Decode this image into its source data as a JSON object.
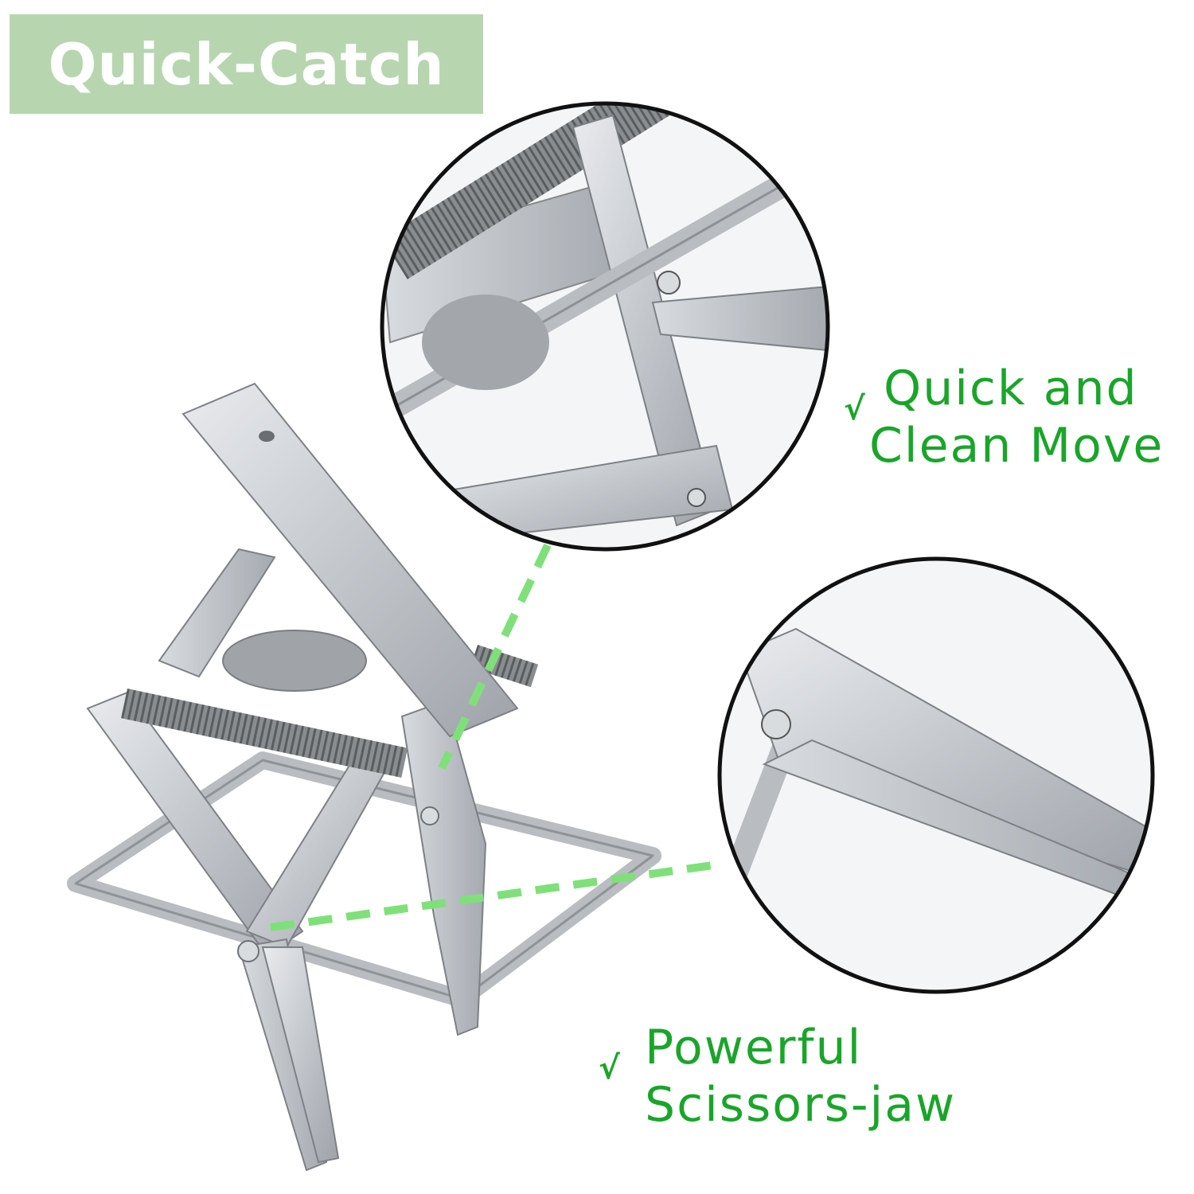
{
  "banner": {
    "title": "Quick-Catch",
    "background": "#b7d6b0"
  },
  "features": [
    {
      "check": "√",
      "lines": [
        "Quick and",
        "Clean Move"
      ]
    },
    {
      "check": "√",
      "lines": [
        "Powerful",
        "Scissors-jaw"
      ]
    }
  ],
  "colors": {
    "accent_green": "#1aa52a",
    "dash_green": "#7fe07a",
    "metal": "#c9ccd0"
  },
  "icons": [
    "checkmark-icon",
    "checkmark-icon"
  ]
}
